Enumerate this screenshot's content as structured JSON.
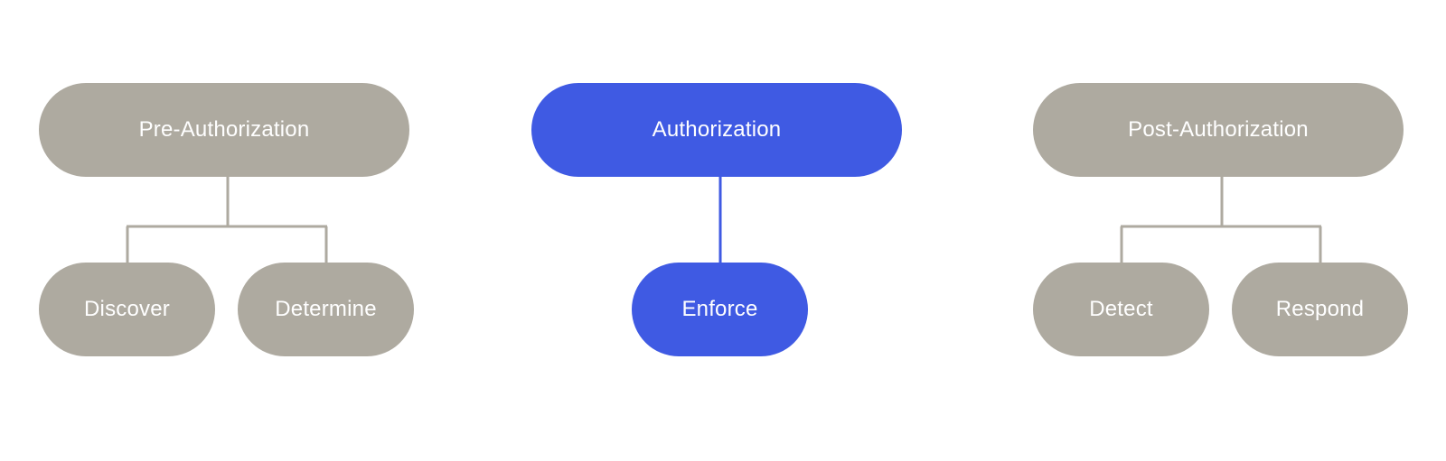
{
  "colors": {
    "neutral": "#aeaaa0",
    "accent": "#3f5ae3",
    "background": "#ffffff",
    "text": "#ffffff"
  },
  "groups": [
    {
      "label": "Pre-Authorization",
      "color": "#aeaaa0",
      "children": [
        "Discover",
        "Determine"
      ]
    },
    {
      "label": "Authorization",
      "color": "#3f5ae3",
      "children": [
        "Enforce"
      ]
    },
    {
      "label": "Post-Authorization",
      "color": "#aeaaa0",
      "children": [
        "Detect",
        "Respond"
      ]
    }
  ]
}
